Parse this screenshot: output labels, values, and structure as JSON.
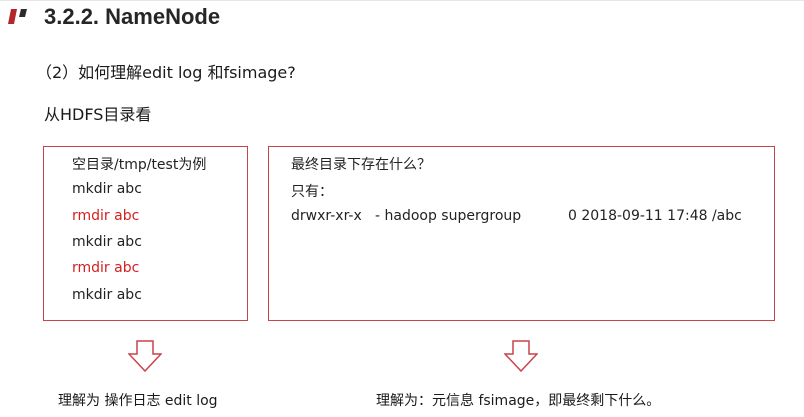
{
  "header": {
    "title": "3.2.2. NameNode"
  },
  "subtitle": "（2）如何理解edit log 和fsimage?",
  "section_label": "从HDFS目录看",
  "left_box": {
    "lines": [
      {
        "text": "空目录/tmp/test为例",
        "color": "#222222"
      },
      {
        "text": "mkdir  abc",
        "color": "#222222"
      },
      {
        "text": "rmdir  abc",
        "color": "#d42020"
      },
      {
        "text": "mkdir  abc",
        "color": "#222222"
      },
      {
        "text": "rmdir  abc",
        "color": "#d42020"
      },
      {
        "text": "mkdir  abc",
        "color": "#222222"
      }
    ]
  },
  "right_box": {
    "question": "最终目录下存在什么？",
    "only_label": "只有：",
    "listing": {
      "permissions": "drwxr-xr-x",
      "owner_group": "- hadoop supergroup",
      "entry": "0 2018-09-11 17:48 /abc"
    }
  },
  "captions": {
    "left": "理解为 操作日志 edit log",
    "right": "理解为：元信息 fsimage，即最终剩下什么。"
  },
  "colors": {
    "accent_red": "#c8444a",
    "command_red": "#d42020"
  },
  "icons": {
    "logo": "slanted-bars-logo",
    "arrow": "down-arrow-outline-icon"
  }
}
